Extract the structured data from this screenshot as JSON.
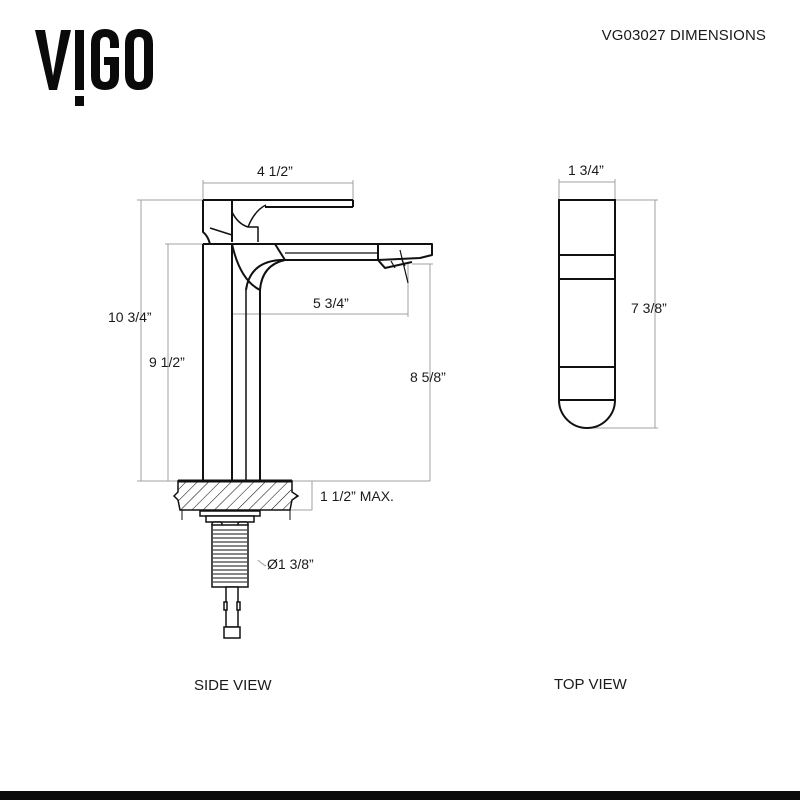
{
  "brand": {
    "logo_text": "VIGO"
  },
  "header": {
    "title": "VG03027 DIMENSIONS"
  },
  "side_view": {
    "label": "SIDE VIEW",
    "dimensions": {
      "handle_width": "4 1/2”",
      "overall_height": "10 3/4”",
      "spout_top_height": "9 1/2”",
      "spout_reach": "5 3/4”",
      "spout_outlet_height": "8 5/8”",
      "max_deck_thickness": "1 1/2” MAX.",
      "shank_diameter": "Ø1 3/8”"
    }
  },
  "top_view": {
    "label": "TOP VIEW",
    "dimensions": {
      "width": "1 3/4”",
      "length": "7 3/8”"
    }
  },
  "colors": {
    "line": "#111111",
    "dimension_line": "#9a9a9a",
    "bar": "#0a0a0a"
  }
}
